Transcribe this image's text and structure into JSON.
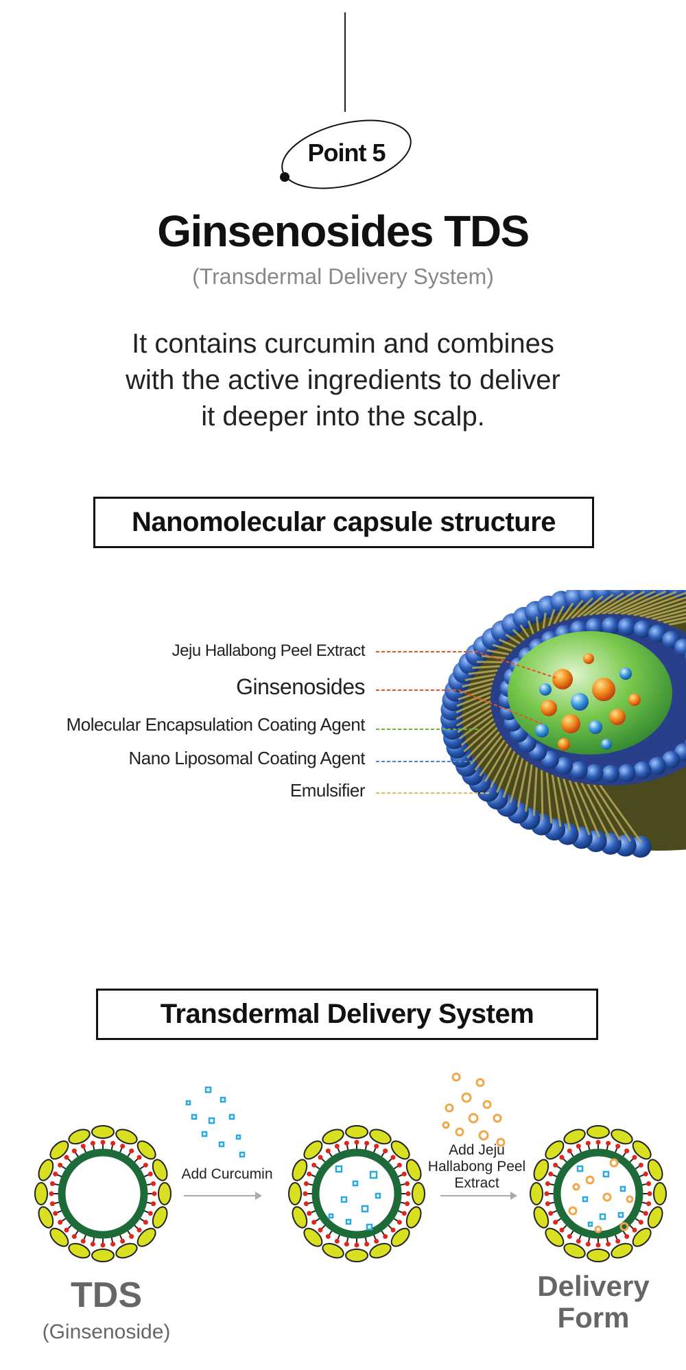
{
  "point": {
    "label": "Point 5"
  },
  "header": {
    "title": "Ginsenosides TDS",
    "subtitle": "(Transdermal Delivery System)"
  },
  "description": {
    "line1": "It contains curcumin and combines",
    "line2": "with the active ingredients to deliver",
    "line3": "it deeper into the scalp."
  },
  "capsule_section": {
    "heading": "Nanomolecular capsule structure",
    "labels": [
      {
        "text": "Jeju Hallabong Peel Extract",
        "color": "#e8541f"
      },
      {
        "text": "Ginsenosides",
        "color": "#e8541f"
      },
      {
        "text": "Molecular Encapsulation Coating Agent",
        "color": "#6bb23a"
      },
      {
        "text": "Nano Liposomal Coating Agent",
        "color": "#4a86c5"
      },
      {
        "text": "Emulsifier",
        "color": "#e5b84a"
      }
    ]
  },
  "tds_section": {
    "heading": "Transdermal Delivery System",
    "step1_label": "Add Curcumin",
    "step2_label_line1": "Add Jeju",
    "step2_label_line2": "Hallabong Peel",
    "step2_label_line3": "Extract",
    "start_title": "TDS",
    "start_sub": "(Ginsenoside)",
    "end_title_line1": "Delivery",
    "end_title_line2": "Form"
  },
  "colors": {
    "curcumin": "#29a9e0",
    "hallabong": "#f2a64a",
    "ring_green": "#1e6b3a",
    "ring_yellow": "#d9e021",
    "capsule_blue": "#2c5cb5"
  }
}
